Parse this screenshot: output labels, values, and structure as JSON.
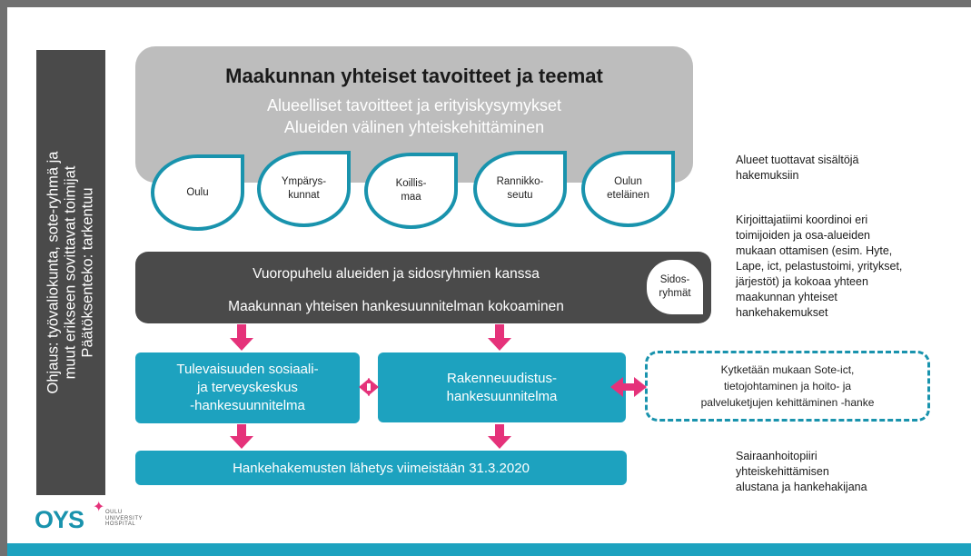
{
  "side_label": {
    "lines": [
      "Ohjaus: työvaliokunta, sote-ryhmä ja",
      "muut erikseen sovittavat toimijat",
      "Päätöksenteko: tarkentuu"
    ]
  },
  "top_box": {
    "title": "Maakunnan yhteiset tavoitteet ja teemat",
    "subtitle_1": "Alueelliset tavoitteet ja erityiskysymykset",
    "subtitle_2": "Alueiden välinen yhteiskehittäminen"
  },
  "regions": [
    {
      "lines": [
        "Oulu"
      ]
    },
    {
      "lines": [
        "Ympärys-",
        "kunnat"
      ]
    },
    {
      "lines": [
        "Koillis-",
        "maa"
      ]
    },
    {
      "lines": [
        "Rannikko-",
        "seutu"
      ]
    },
    {
      "lines": [
        "Oulun",
        "eteläinen"
      ]
    }
  ],
  "dialogue_box": {
    "line_1": "Vuoropuhelu alueiden ja sidosryhmien kanssa",
    "line_2": "Maakunnan yhteisen hankesuunnitelman kokoaminen",
    "badge_lines": [
      "Sidos-",
      "ryhmät"
    ]
  },
  "plans": {
    "future_center": [
      "Tulevaisuuden sosiaali-",
      "ja terveyskeskus",
      "-hankesuunnitelma"
    ],
    "restructuring": [
      "Rakenneuudistus-",
      "hankesuunnitelma"
    ],
    "linked_project": [
      "Kytketään mukaan Sote-ict,",
      "tietojohtaminen ja hoito- ja",
      "palveluketjujen kehittäminen -hanke"
    ]
  },
  "deadline_bar": "Hankehakemusten lähetys viimeistään 31.3.2020",
  "notes": {
    "areas": [
      "Alueet tuottavat sisältöjä",
      "hakemuksiin"
    ],
    "writing_team": [
      "Kirjoittajatiimi koordinoi eri",
      "toimijoiden ja osa-alueiden",
      "mukaan ottamisen (esim. Hyte,",
      "Lape, ict, pelastustoimi, yritykset,",
      "järjestöt) ja kokoaa yhteen",
      "maakunnan yhteiset",
      "hankehakemukset"
    ],
    "hospital_district": [
      "Sairaanhoitopiiri",
      "yhteiskehittämisen",
      "alustana ja hankehakijana"
    ]
  },
  "logo": {
    "main": "OYS",
    "sub_lines": [
      "OULU",
      "UNIVERSITY",
      "HOSPITAL"
    ]
  },
  "colors": {
    "teal": "#1da2bf",
    "teal_border": "#1993ad",
    "dark_gray": "#4a4a4a",
    "light_gray": "#bdbdbd",
    "arrow_pink": "#e5327a"
  }
}
